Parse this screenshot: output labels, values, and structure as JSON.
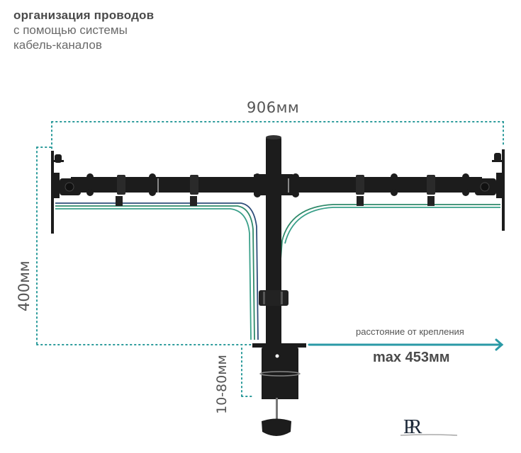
{
  "header": {
    "line1": "организация проводов",
    "line2": "с помощью системы",
    "line3": "кабель-каналов"
  },
  "dimensions": {
    "width": "906мм",
    "height": "400мм",
    "clamp_thickness": "10-80мм"
  },
  "reach": {
    "caption": "расстояние от крепления",
    "value": "max 453мм"
  },
  "logo": {
    "text": "PR"
  },
  "colors": {
    "dotted_line": "#2a9a9a",
    "arrow": "#2a9aa6",
    "mount_black": "#1c1c1c",
    "cable_blue": "#2f4e7a",
    "cable_green": "#2f8a6a",
    "text_gray": "#555555"
  }
}
